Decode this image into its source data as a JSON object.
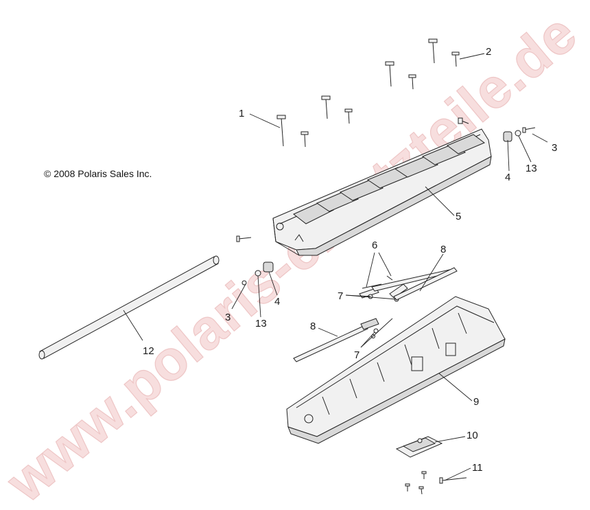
{
  "copyright": "© 2008 Polaris Sales Inc.",
  "watermark": "www.polaris-ersatzteile.de",
  "callouts": [
    {
      "id": "c1",
      "label": "1"
    },
    {
      "id": "c2",
      "label": "2"
    },
    {
      "id": "c3a",
      "label": "3"
    },
    {
      "id": "c4a",
      "label": "4"
    },
    {
      "id": "c13a",
      "label": "13"
    },
    {
      "id": "c5",
      "label": "5"
    },
    {
      "id": "c6",
      "label": "6"
    },
    {
      "id": "c8a",
      "label": "8"
    },
    {
      "id": "c7a",
      "label": "7"
    },
    {
      "id": "c4b",
      "label": "4"
    },
    {
      "id": "c3b",
      "label": "3"
    },
    {
      "id": "c13b",
      "label": "13"
    },
    {
      "id": "c8b",
      "label": "8"
    },
    {
      "id": "c7b",
      "label": "7"
    },
    {
      "id": "c12",
      "label": "12"
    },
    {
      "id": "c9",
      "label": "9"
    },
    {
      "id": "c10",
      "label": "10"
    },
    {
      "id": "c11",
      "label": "11"
    }
  ]
}
